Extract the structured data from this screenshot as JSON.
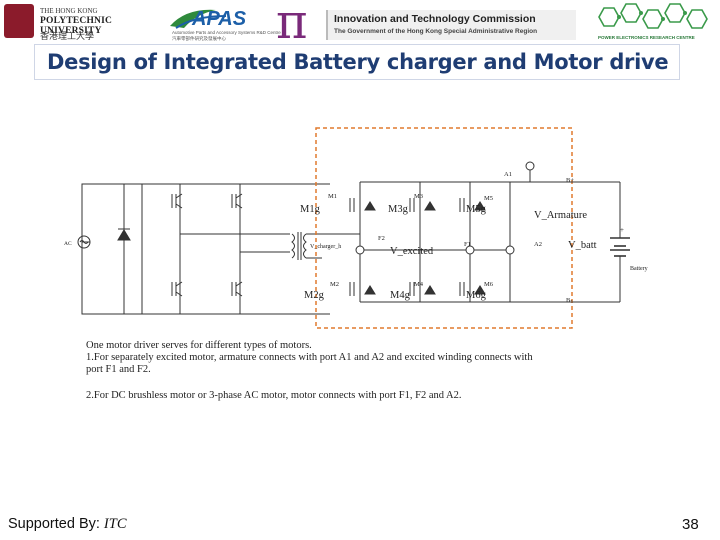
{
  "header": {
    "polyu": {
      "line1": "THE HONG KONG",
      "line2": "POLYTECHNIC UNIVERSITY",
      "line3": "香港理工大學"
    },
    "apas": {
      "name": "APAS",
      "sub1": "Automotive Parts and Accessory Systems R&D Centre",
      "sub2": "汽車零部件研究及發展中心"
    },
    "pi_symbol": "π",
    "itc": {
      "title": "Innovation and Technology Commission",
      "subtitle": "The Government of the Hong Kong Special Administrative Region"
    },
    "perc_text": "POWER ELECTRONICS RESEARCH CENTRE"
  },
  "slide": {
    "title": "Design of Integrated Battery charger and Motor drive"
  },
  "diagram": {
    "labels": {
      "ac": "AC",
      "v_charger": "V_charger_h",
      "m1": "M1",
      "m1g": "M1g",
      "m2": "M2",
      "m2g": "M2g",
      "m3": "M3",
      "m3g": "M3g",
      "m4": "M4",
      "m4g": "M4g",
      "m5": "M5",
      "m5g": "M5g",
      "m6": "M6",
      "m6g": "M6g",
      "a1": "A1",
      "a2": "A2",
      "f1": "F1",
      "f2": "F2",
      "b_plus": "B+",
      "b_minus": "B-",
      "v_armature": "V_Armature",
      "v_excited": "V_excited",
      "v_batt": "V_batt",
      "battery": "Battery",
      "batt_plus": "+"
    }
  },
  "description": {
    "line1": "One motor driver serves for different types of motors.",
    "line2": "1.For separately excited motor, armature connects with port A1 and A2 and excited winding connects with",
    "line3": "port F1 and F2.",
    "line4": "2.For DC brushless motor or 3-phase AC motor, motor connects with port F1, F2 and A2."
  },
  "footer": {
    "supported_label": "Supported By: ",
    "supported_by": "ITC",
    "page_number": "38"
  },
  "colors": {
    "title": "#1f3d73",
    "dashed_box": "#e07a2e",
    "circuit": "#333333"
  }
}
